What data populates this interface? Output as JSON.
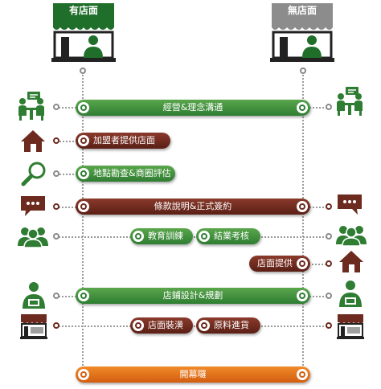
{
  "headers": {
    "with_store": "有店面",
    "without_store": "無店面"
  },
  "colors": {
    "green": "#2e7d32",
    "dark_red": "#6d2a1f",
    "orange": "#e8721c",
    "grey": "#8a8a8a"
  },
  "steps": [
    {
      "label": "經營&理念溝通",
      "color": "green",
      "icon_left": "meeting-icon",
      "icon_right": "meeting-icon"
    },
    {
      "label": "加盟者提供店面",
      "color": "dark_red",
      "icon_left": "house-icon"
    },
    {
      "label": "地點勘查&商圈評估",
      "color": "green",
      "icon_left": "magnifier-icon"
    },
    {
      "label": "條款說明&正式簽約",
      "color": "dark_red",
      "icon_left": "speech-bubble-icon",
      "icon_right": "speech-bubble-icon"
    },
    {
      "label_a": "教育訓練",
      "label_b": "結業考核",
      "color": "green",
      "icon_left": "group-icon",
      "icon_right": "group-icon"
    },
    {
      "label": "店面提供",
      "color": "dark_red",
      "icon_right": "house-icon"
    },
    {
      "label": "店鋪設計&規劃",
      "color": "green",
      "icon_left": "designer-icon",
      "icon_right": "designer-icon"
    },
    {
      "label_a": "店面裝潢",
      "label_b": "原料進貨",
      "color": "dark_red",
      "icon_left": "shop-icon",
      "icon_right": "shop-icon"
    },
    {
      "label": "開幕囉",
      "color": "orange"
    }
  ]
}
